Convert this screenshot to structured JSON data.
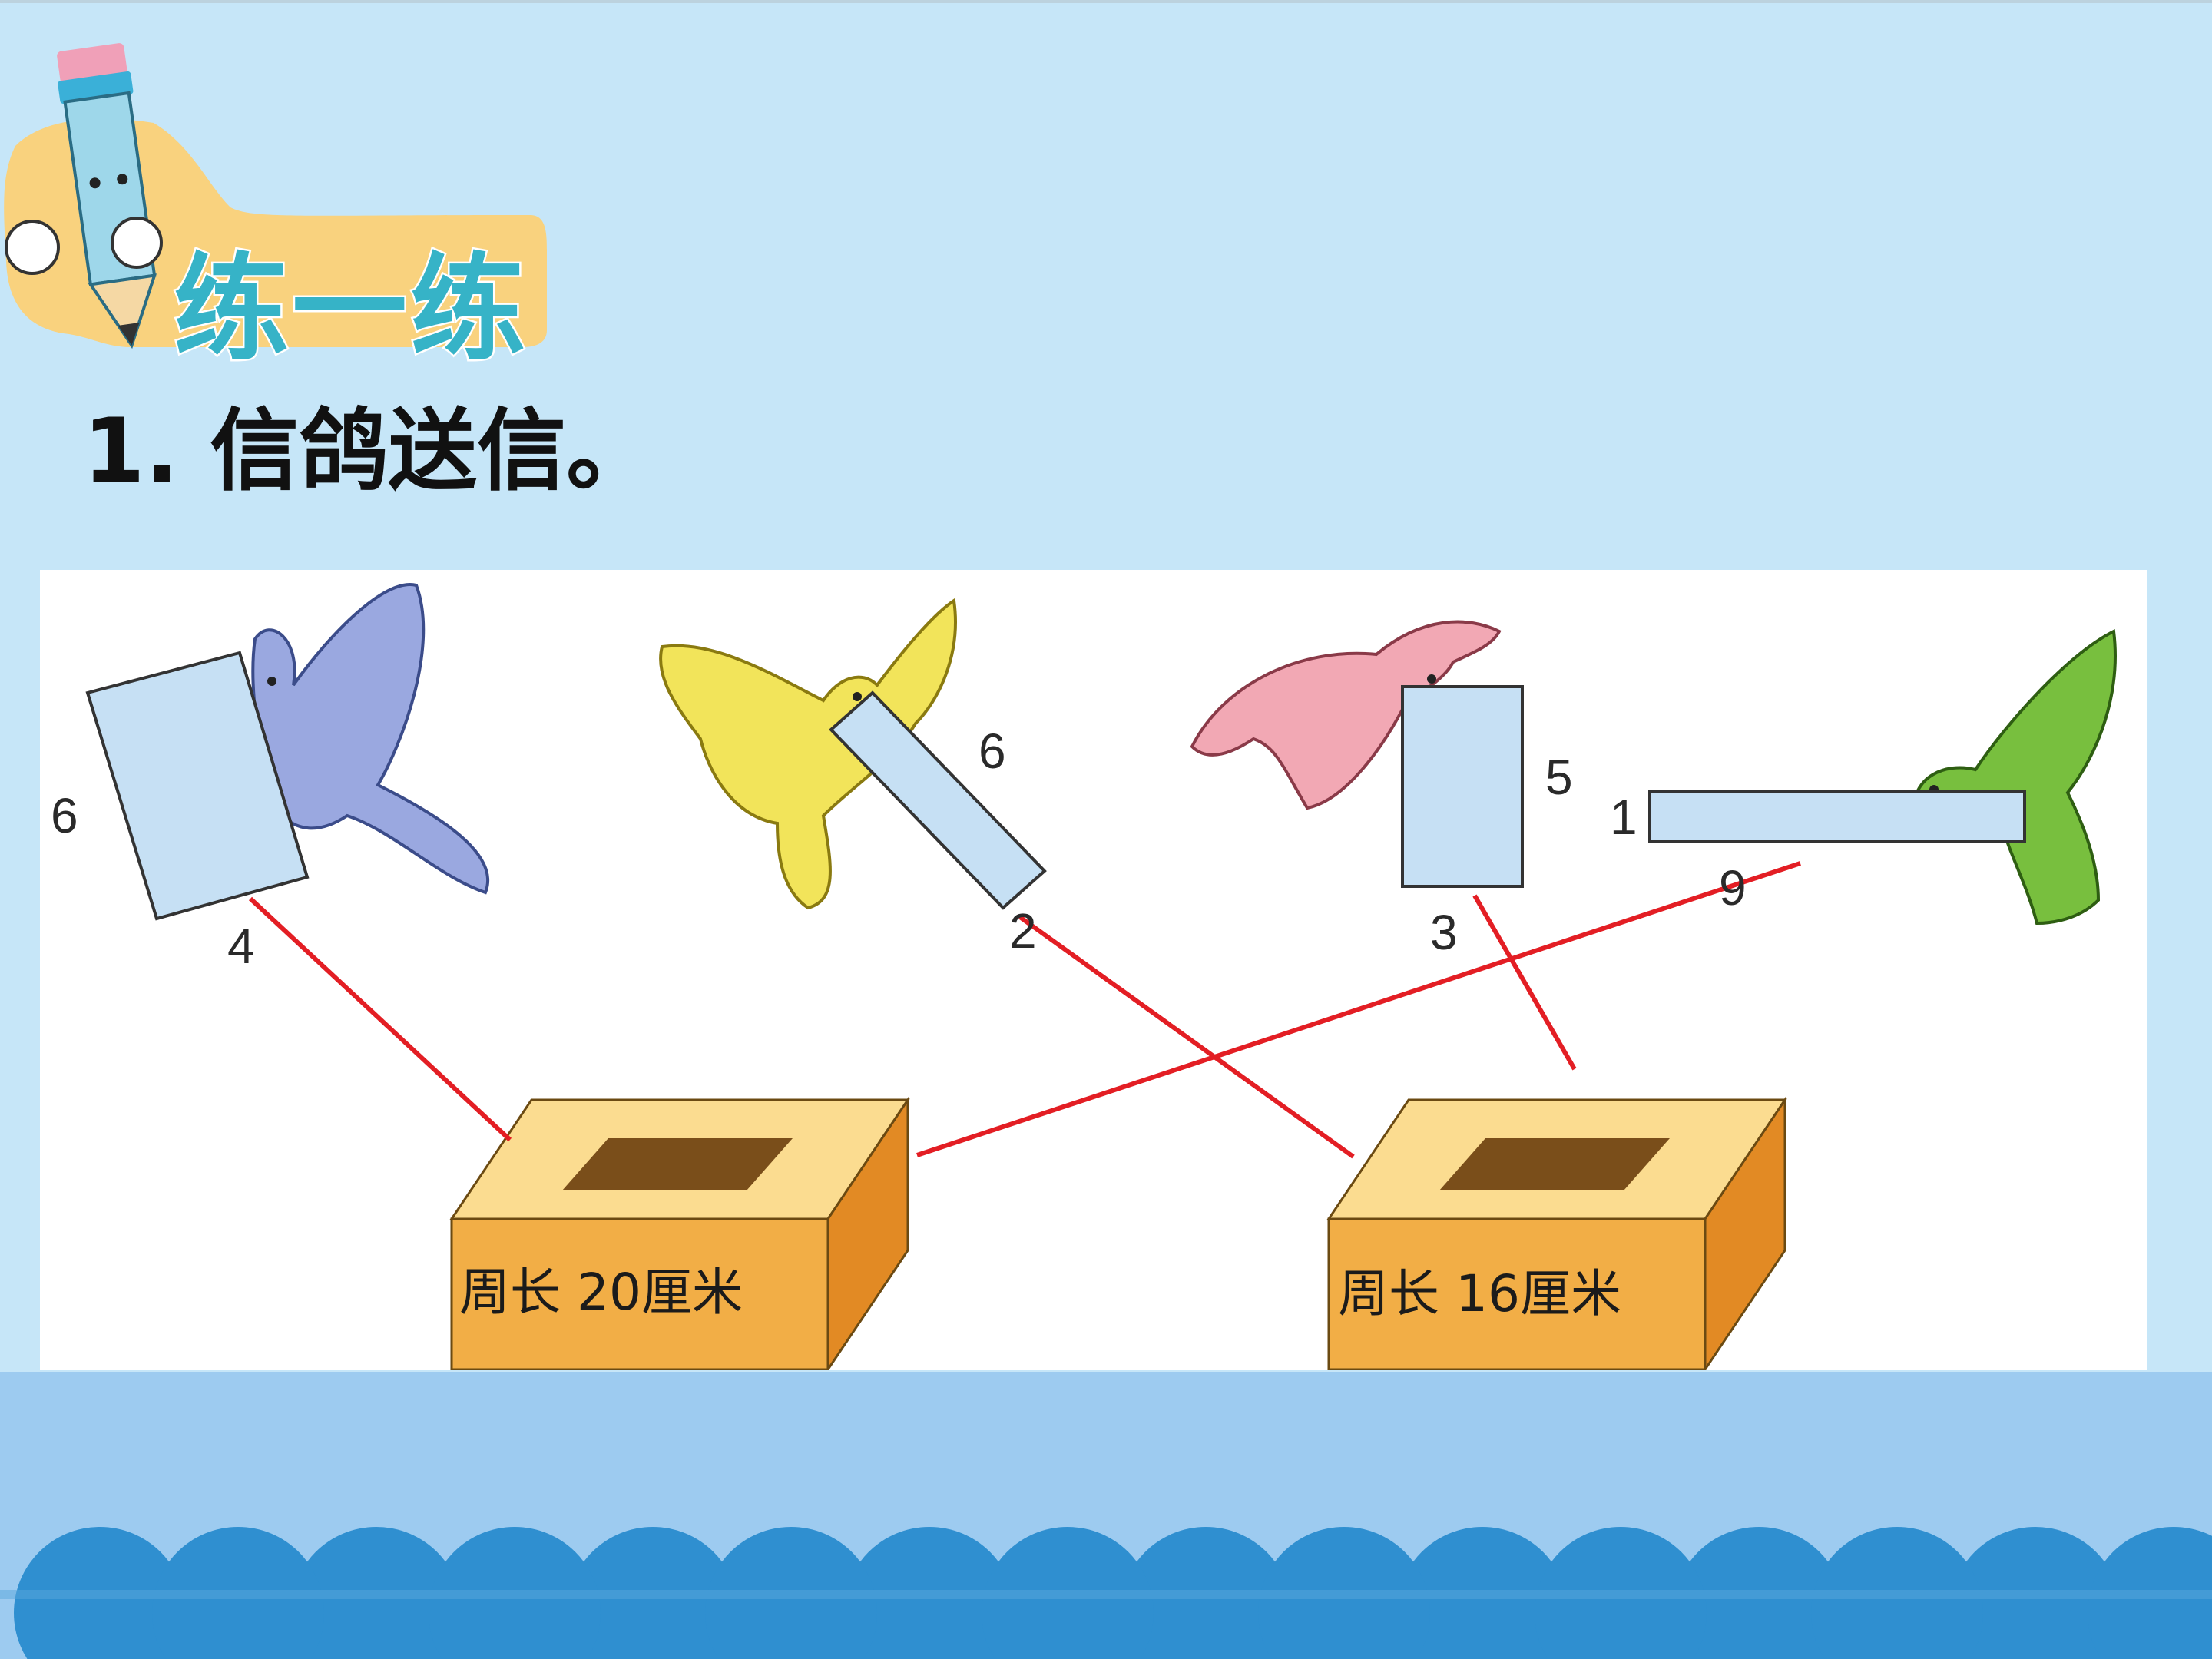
{
  "badge": {
    "title": "练一练"
  },
  "question": {
    "text": "1. 信鸽送信。"
  },
  "birds": [
    {
      "color": "blue",
      "labels": [
        "6",
        "4"
      ]
    },
    {
      "color": "yellow",
      "labels": [
        "6",
        "2"
      ]
    },
    {
      "color": "pink",
      "labels": [
        "5",
        "3"
      ]
    },
    {
      "color": "green",
      "labels": [
        "1",
        "9"
      ]
    }
  ],
  "boxes": [
    {
      "label": "周长 20厘米"
    },
    {
      "label": "周长 16厘米"
    }
  ],
  "colors": {
    "background": "#c6e6f8",
    "card": "#d9eefb",
    "connector_line": "#e31e24",
    "box_front": "#f2ae46",
    "box_top": "#fbdc90",
    "wave": "#2f8fd0"
  }
}
